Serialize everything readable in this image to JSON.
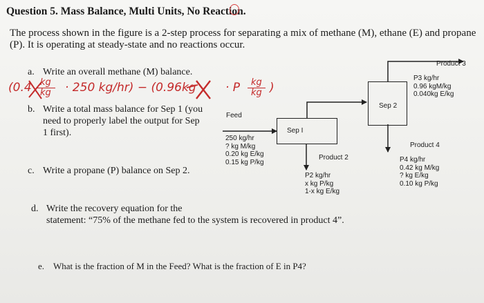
{
  "question": {
    "title": "Question 5. Mass Balance, Multi Units, No Reaction.",
    "intro_line1": "The process shown in the figure is a 2-step process for separating a mix of methane (M), ethane (E) and propane",
    "intro_line2": "(P).  It is operating at steady-state and no reactions occur."
  },
  "parts": {
    "a": {
      "letter": "a.",
      "text": "Write an overall methane (M) balance."
    },
    "b": {
      "letter": "b.",
      "line1": "Write a total mass balance for Sep 1 (you",
      "line2": "need to properly label the output for Sep",
      "line3": "1 first)."
    },
    "c": {
      "letter": "c.",
      "text": "Write a propane (P) balance on Sep 2."
    },
    "d": {
      "letter": "d.",
      "line1": "Write the recovery equation for the",
      "line2": "statement: “75% of the methane fed to the system is recovered in product 4”."
    },
    "e": {
      "letter": "e.",
      "text": "What is the fraction of M in the Feed? What is the fraction of E in P4?"
    }
  },
  "handwriting": {
    "open": "(0.4",
    "frac_num": "kg",
    "frac_den": "kg",
    "mid": "· 250 kg/hr) − (0.96kg",
    "end": "· P",
    "frac2_num": "kg",
    "frac2_den": "kg",
    "close": ")"
  },
  "diagram": {
    "feed": {
      "label": "Feed",
      "lines": [
        "250 kg/hr",
        "? kg M/kg",
        "0.20 kg E/kg",
        "0.15 kg P/kg"
      ]
    },
    "sep1": {
      "label": "Sep I"
    },
    "sep2": {
      "label": "Sep 2"
    },
    "product2": {
      "label": "Product 2",
      "lines": [
        "P2 kg/hr",
        "x kg P/kg",
        "1-x kg E/kg"
      ]
    },
    "product3": {
      "label": "Product 3",
      "lines": [
        "P3 kg/hr",
        "0.96 kgM/kg",
        "0.040kg E/kg"
      ]
    },
    "product4": {
      "label": "Product 4",
      "lines": [
        "P4 kg/hr",
        "0.42 kg M/kg",
        "? kg E/kg",
        "0.10 kg P/kg"
      ]
    }
  },
  "colors": {
    "ink": "#1b1b1b",
    "handwriting": "#c42b2b"
  }
}
